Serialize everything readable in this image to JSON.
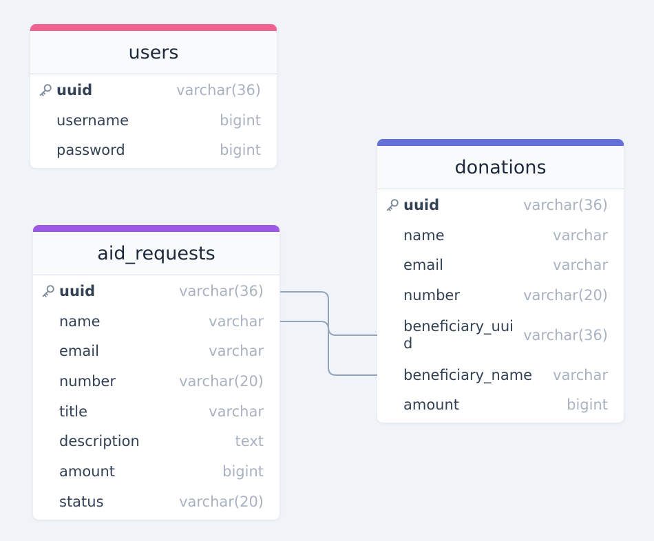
{
  "colors": {
    "background": "#f0f4f8",
    "connector": "#94a3b8",
    "users_accent": "#f06292",
    "aid_requests_accent": "#9c59e3",
    "donations_accent": "#6470d6"
  },
  "tables": {
    "users": {
      "name": "users",
      "color": "#f06292",
      "columns": [
        {
          "name": "uuid",
          "type": "varchar(36)",
          "pk": true
        },
        {
          "name": "username",
          "type": "bigint"
        },
        {
          "name": "password",
          "type": "bigint"
        }
      ]
    },
    "aid_requests": {
      "name": "aid_requests",
      "color": "#9c59e3",
      "columns": [
        {
          "name": "uuid",
          "type": "varchar(36)",
          "pk": true
        },
        {
          "name": "name",
          "type": "varchar"
        },
        {
          "name": "email",
          "type": "varchar"
        },
        {
          "name": "number",
          "type": "varchar(20)"
        },
        {
          "name": "title",
          "type": "varchar"
        },
        {
          "name": "description",
          "type": "text"
        },
        {
          "name": "amount",
          "type": "bigint"
        },
        {
          "name": "status",
          "type": "varchar(20)"
        }
      ]
    },
    "donations": {
      "name": "donations",
      "color": "#6470d6",
      "columns": [
        {
          "name": "uuid",
          "type": "varchar(36)",
          "pk": true
        },
        {
          "name": "name",
          "type": "varchar"
        },
        {
          "name": "email",
          "type": "varchar"
        },
        {
          "name": "number",
          "type": "varchar(20)"
        },
        {
          "name": "beneficiary_uuid",
          "type": "varchar(36)"
        },
        {
          "name": "beneficiary_name",
          "type": "varchar"
        },
        {
          "name": "amount",
          "type": "bigint"
        }
      ]
    }
  },
  "relationships": [
    {
      "from": "aid_requests.uuid",
      "to": "donations.beneficiary_uuid"
    },
    {
      "from": "aid_requests.name",
      "to": "donations.beneficiary_name"
    }
  ]
}
